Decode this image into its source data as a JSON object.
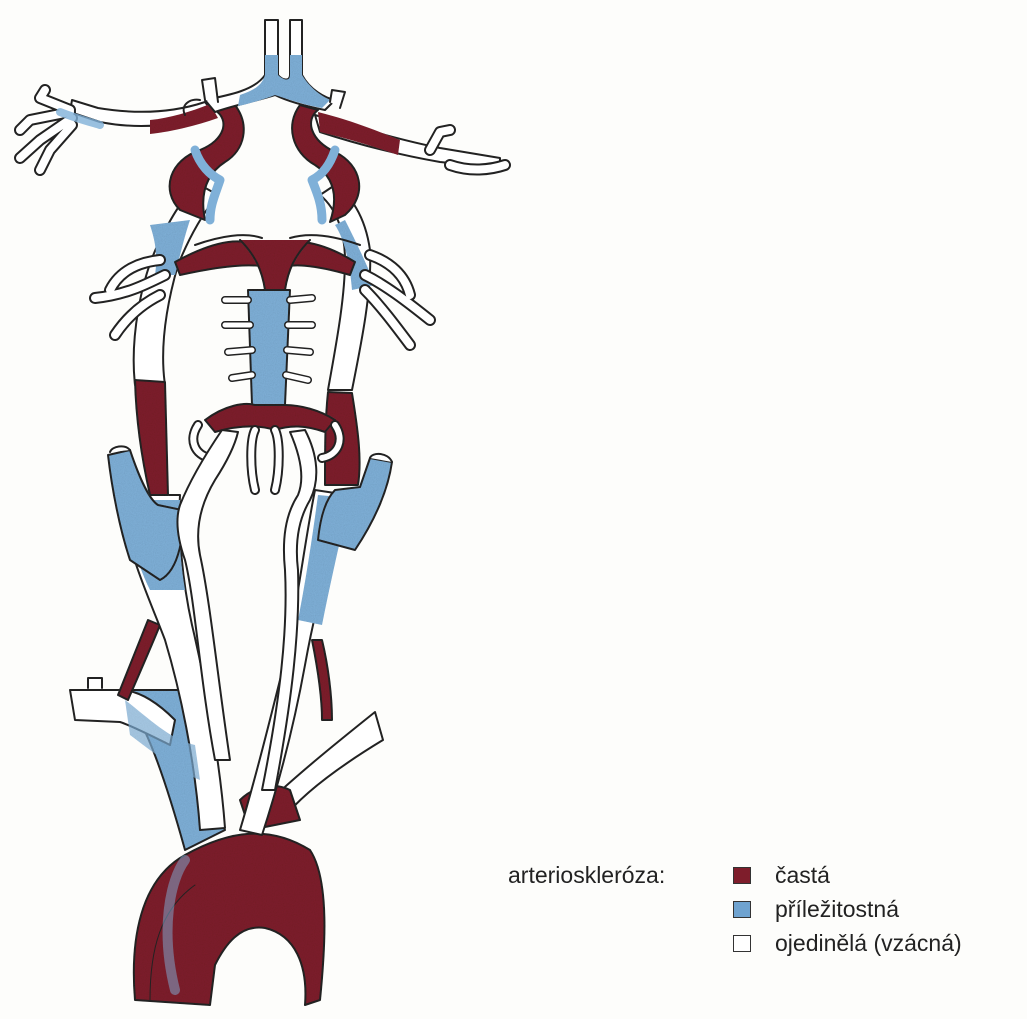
{
  "legend": {
    "lead": "arterioskleróza:",
    "items": [
      {
        "label": "častá",
        "color": "#7e1d2b"
      },
      {
        "label": "příležitostná",
        "color": "#6fa3d0"
      },
      {
        "label": "ojedinělá (vzácná)",
        "color": "#ffffff"
      }
    ]
  },
  "colors": {
    "frequent": "#7e1d2b",
    "occasional": "#7fb0d8",
    "rare": "#ffffff",
    "outline": "#222222",
    "paper": "#fdfdfb"
  }
}
